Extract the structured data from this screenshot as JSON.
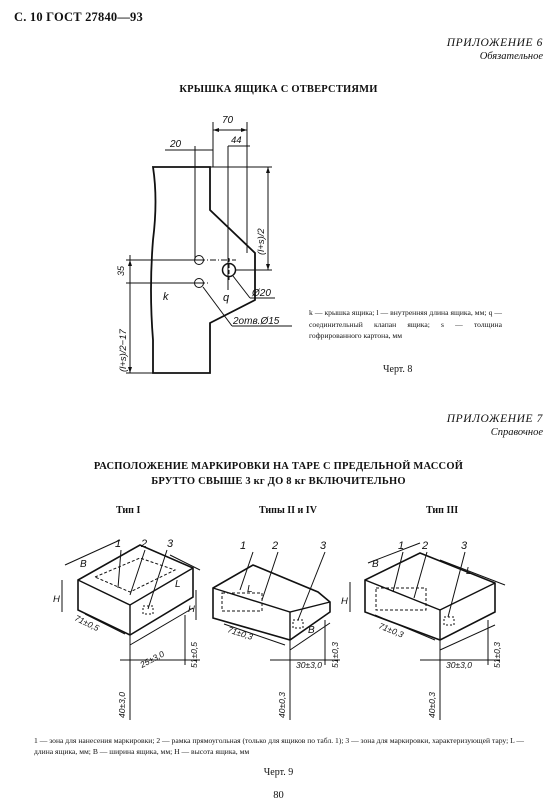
{
  "header": {
    "doc_ref": "С. 10 ГОСТ 27840—93"
  },
  "appendix6": {
    "label": "ПРИЛОЖЕНИЕ 6",
    "status": "Обязательное"
  },
  "section1": {
    "title": "КРЫШКА ЯЩИКА С ОТВЕРСТИЯМИ",
    "dims": {
      "d70": "70",
      "d20": "20",
      "d44": "44",
      "d35": "35",
      "half_top": "(l+s)/2",
      "half_bottom": "(l+s)/2−17",
      "k": "k",
      "q": "q",
      "dia20": "Ø20",
      "holes": "2отв.Ø15"
    },
    "legend": "k — крышка ящика; l — внутренняя длина ящика, мм; q — соединительный клапан ящика; s — толщина гофрированного картона, мм",
    "caption": "Черт. 8"
  },
  "appendix7": {
    "label": "ПРИЛОЖЕНИЕ 7",
    "status": "Справочное"
  },
  "section2": {
    "title_line1": "РАСПОЛОЖЕНИЕ МАРКИРОВКИ НА ТАРЕ С ПРЕДЕЛЬНОЙ МАССОЙ",
    "title_line2": "БРУТТО СВЫШЕ 3 кг ДО 8 кг ВКЛЮЧИТЕЛЬНО",
    "types": [
      "Тип I",
      "Типы II и IV",
      "Тип III"
    ],
    "labels": {
      "n1": "1",
      "n2": "2",
      "n3": "3",
      "B": "B",
      "L": "L",
      "H": "H",
      "t71": "71±0,5",
      "t71b": "71±0,3",
      "t25": "25±3,0",
      "t30": "30±3,0",
      "t51": "51±0,5",
      "t51b": "51±0,3",
      "t40": "40±3,0",
      "t40b": "40±0,3"
    },
    "legend": "1 — зона для нанесения маркировки; 2 — рамка прямоугольная (только для ящиков по табл. 1); 3 — зона для маркировки, характеризующей тару; L — длина ящика, мм; B — ширина ящика, мм; H — высота ящика, мм",
    "caption": "Черт. 9"
  },
  "page_number": "80"
}
